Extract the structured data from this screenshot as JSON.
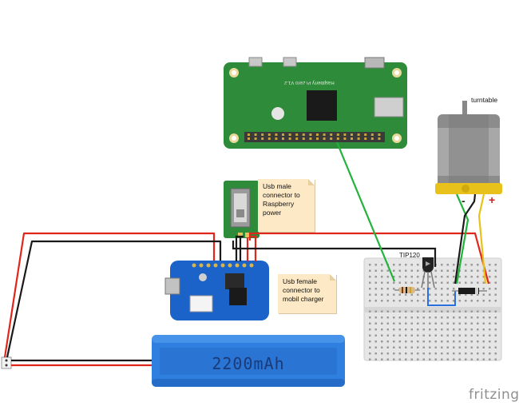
{
  "notes": {
    "usb_male": "Usb male connector to Raspberry power",
    "usb_female": "Usb female connector to mobil charger"
  },
  "labels": {
    "turntable": "turntable",
    "tip120": "TIP120",
    "motor_minus": "-",
    "motor_plus": "+",
    "battery": "2200mAh",
    "pi_silkscreen": "Raspberry Pi Zero V1.2",
    "watermark": "fritzing"
  },
  "colors": {
    "pcb_green": "#2e8b3a",
    "breakout_blue": "#1b63c9",
    "battery_blue": "#2f7fe0",
    "wire_red": "#e0261b",
    "wire_black": "#1a1a1a",
    "wire_green": "#22b33a",
    "wire_yellow": "#e8c21a",
    "note_bg": "#fde9c6",
    "breadboard": "#e8e8e8"
  }
}
